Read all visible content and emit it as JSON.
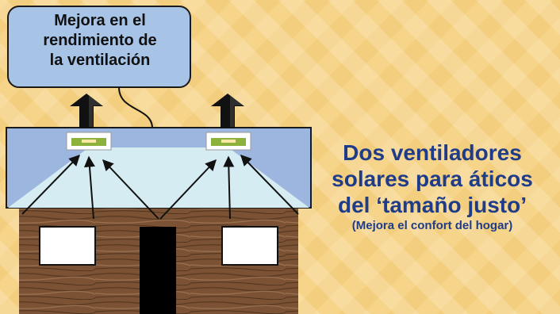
{
  "callout": {
    "lines": [
      "Mejora en el",
      "rendimiento de",
      "la ventilación"
    ]
  },
  "title": {
    "lines": [
      "Dos ventiladores",
      "solares para áticos",
      "del ‘tamaño justo’"
    ],
    "subtitle": "(Mejora el confort del hogar)"
  },
  "colors": {
    "background": "#f6d58a",
    "callout_fill": "#a7c3e6",
    "roof_fill": "#9db6df",
    "attic_fill": "#d5ecf3",
    "vent_green": "#8cb13c",
    "wall_brown": "#7b5334",
    "title_blue": "#1f3c89"
  },
  "icons": [
    "up-arrow-icon",
    "solar-vent-icon"
  ]
}
